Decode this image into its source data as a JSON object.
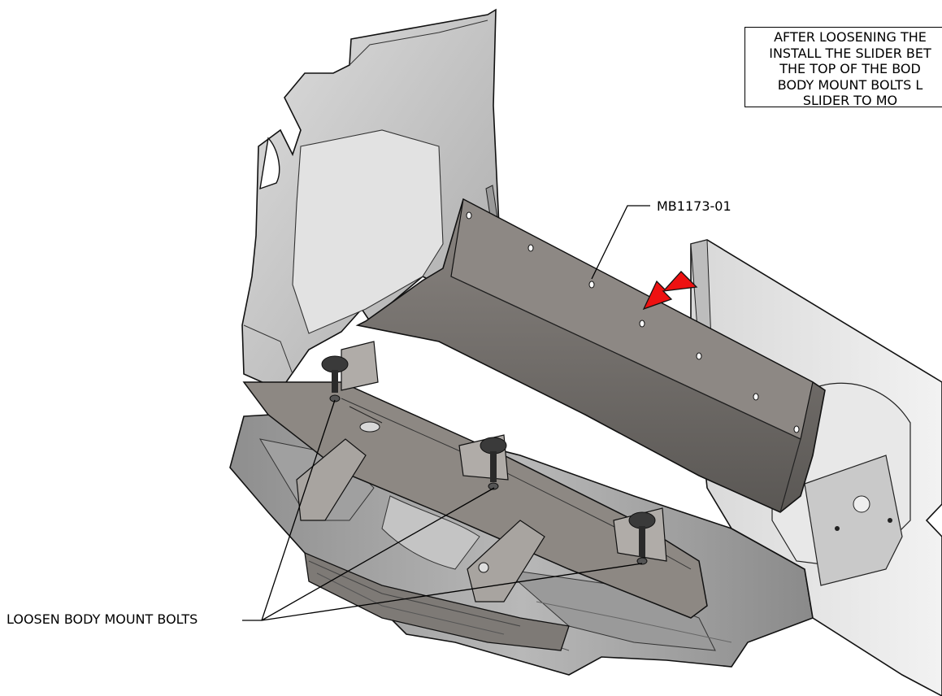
{
  "part_label": "MB1173-01",
  "instruction_lines": [
    "AFTER LOOSENING THE",
    "INSTALL THE SLIDER BET",
    "THE TOP OF THE BOD",
    "BODY MOUNT BOLTS L",
    "SLIDER TO MO"
  ],
  "loosen_label": "LOOSEN BODY MOUNT BOLTS",
  "colors": {
    "arrow": "#ee1111",
    "slider": "#6a6663",
    "body_shell": "#cfcfcf",
    "frame": "#8a8580"
  },
  "icons": [
    "red-arrow-icon"
  ]
}
